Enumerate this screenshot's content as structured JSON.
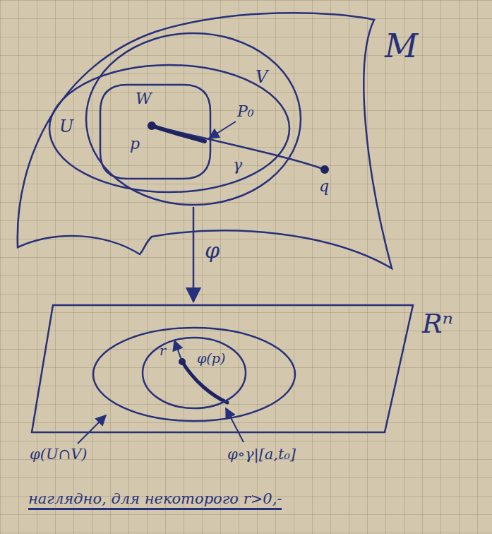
{
  "diagram": {
    "caption": "наглядно, для некоторого r>0,-",
    "nodes": [
      {
        "text": [
          "M"
        ]
      },
      {
        "text": [
          "U"
        ],
        "in": 0
      },
      {
        "text": [
          "V"
        ],
        "in": 0
      },
      {
        "text": [
          "W"
        ],
        "in": 1
      },
      {
        "text": [
          "Rⁿ"
        ]
      },
      {
        "text": [
          "φ(U∩V)"
        ],
        "in": 4
      },
      {
        "text": [
          "φ(p)"
        ],
        "in": 5
      }
    ],
    "edges": [
      {
        "from": 2,
        "to": 4,
        "arrow": "to",
        "label": "φ"
      }
    ],
    "labels": [
      "p",
      "P₀",
      "γ",
      "q",
      "r",
      "φ∘γ|[a,t₀]"
    ]
  }
}
